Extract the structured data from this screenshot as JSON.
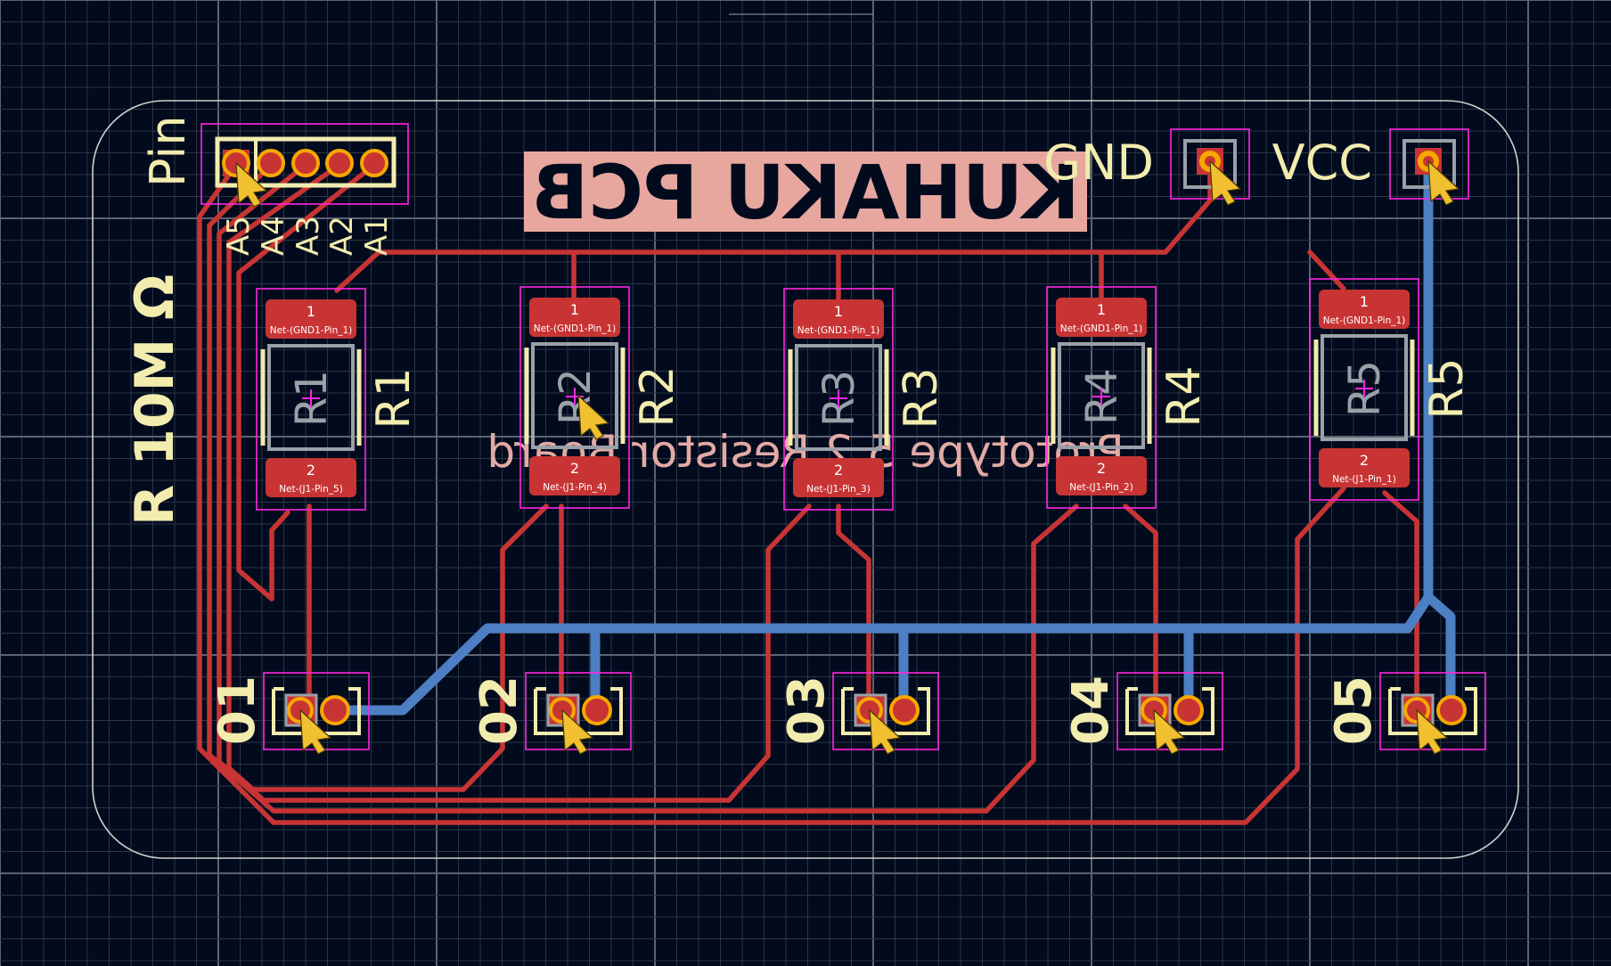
{
  "board": {
    "title_label": "KUHAKU PCB",
    "subtitle": "Prototype 5.2 Resistor Board",
    "resistor_value": "R 10M Ω",
    "pin_header_label": "Pin",
    "pin_labels": [
      "A5",
      "A4",
      "A3",
      "A2",
      "A1"
    ],
    "gnd_label": "GND",
    "vcc_label": "VCC"
  },
  "resistors": [
    {
      "ref": "R1",
      "fab": "R1",
      "pad1_num": "1",
      "pad2_num": "2",
      "pad1_net": "Net-(GND1-Pin_1)",
      "pad2_net": "Net-(J1-Pin_5)"
    },
    {
      "ref": "R2",
      "fab": "R2",
      "pad1_num": "1",
      "pad2_num": "2",
      "pad1_net": "Net-(GND1-Pin_1)",
      "pad2_net": "Net-(J1-Pin_4)"
    },
    {
      "ref": "R3",
      "fab": "R3",
      "pad1_num": "1",
      "pad2_num": "2",
      "pad1_net": "Net-(GND1-Pin_1)",
      "pad2_net": "Net-(J1-Pin_3)"
    },
    {
      "ref": "R4",
      "fab": "R4",
      "pad1_num": "1",
      "pad2_num": "2",
      "pad1_net": "Net-(GND1-Pin_1)",
      "pad2_net": "Net-(J1-Pin_2)"
    },
    {
      "ref": "R5",
      "fab": "R5",
      "pad1_num": "1",
      "pad2_num": "2",
      "pad1_net": "Net-(GND1-Pin_1)",
      "pad2_net": "Net-(J1-Pin_1)"
    }
  ],
  "diodes": [
    {
      "ref": "01"
    },
    {
      "ref": "02"
    },
    {
      "ref": "03"
    },
    {
      "ref": "04"
    },
    {
      "ref": "05"
    }
  ],
  "colors": {
    "background": "#020b1e",
    "grid": "#3a4452",
    "front_copper": "#c83434",
    "back_copper": "#4d7fc4",
    "silkscreen": "#f2ecae",
    "courtyard": "#ff26e2",
    "edge_cuts": "#d0d2cd",
    "title_plate": "#e7a79f"
  }
}
